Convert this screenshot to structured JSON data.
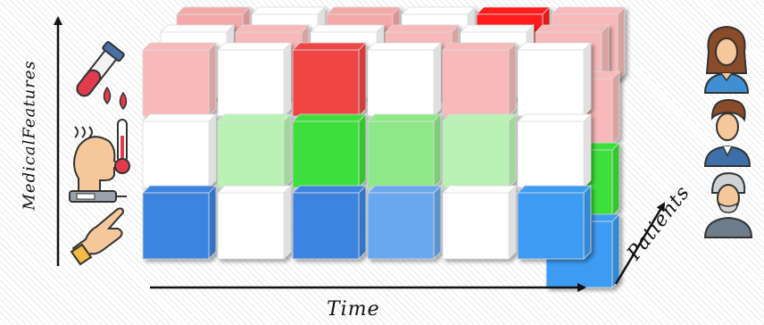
{
  "labels": {
    "vertical_axis": "MedicalFeatures",
    "horizontal_axis": "Time",
    "depth_axis": "Patients"
  },
  "grid": {
    "columns": 6,
    "rows": [
      {
        "feature": "lab-tests",
        "front": [
          "#f7b9b9",
          "#ffffff",
          "#f04444",
          "#ffffff",
          "#f7b9b9",
          "#ffffff"
        ]
      },
      {
        "feature": "vital-signs",
        "front": [
          "#ffffff",
          "#b9f2b4",
          "#3ee03a",
          "#8ee888",
          "#b9f2b4",
          "#ffffff"
        ]
      },
      {
        "feature": "procedures",
        "front": [
          "#3d84e0",
          "#ffffff",
          "#3d84e0",
          "#69a8ef",
          "#ffffff",
          "#3d9bf2"
        ]
      }
    ],
    "back_layer_top": [
      "#f4a9a9",
      "#ffffff",
      "#f4a9a9",
      "#ffffff",
      "#ff1f1f",
      "#f7b9b9"
    ],
    "middle_layer_top": [
      "#ffffff",
      "#f7b9b9",
      "#ffffff",
      "#f7b9b9",
      "#ffffff",
      "#f7b9b9"
    ],
    "side_colors": [
      "#f7b9b9",
      "#3ee03a",
      "#3d9bf2"
    ]
  },
  "icons": {
    "features": [
      "blood-test-icon",
      "fever-thermometer-icon",
      "injection-icon"
    ],
    "patients": [
      "female-patient-icon",
      "male-patient-icon",
      "elderly-patient-icon"
    ]
  }
}
